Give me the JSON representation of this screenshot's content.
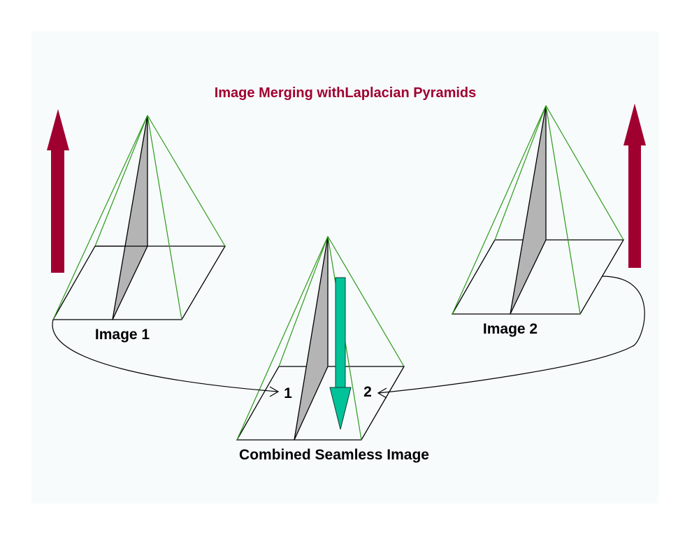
{
  "title": "Image Merging withLaplacian Pyramids",
  "labels": {
    "image1": "Image 1",
    "image2": "Image 2",
    "combined": "Combined Seamless Image",
    "marker1": "1",
    "marker2": "2"
  },
  "colors": {
    "background": "#f7fbfc",
    "title": "#a00030",
    "up_arrow": "#a00030",
    "down_arrow": "#00c39a",
    "pyramid_edges": "#2e9a1a",
    "seam_plane": "#b4b4b4",
    "outline": "#000000"
  },
  "icons": {
    "left_arrow": "up-arrow-icon",
    "right_arrow": "up-arrow-icon",
    "center_arrow": "down-arrow-icon"
  }
}
